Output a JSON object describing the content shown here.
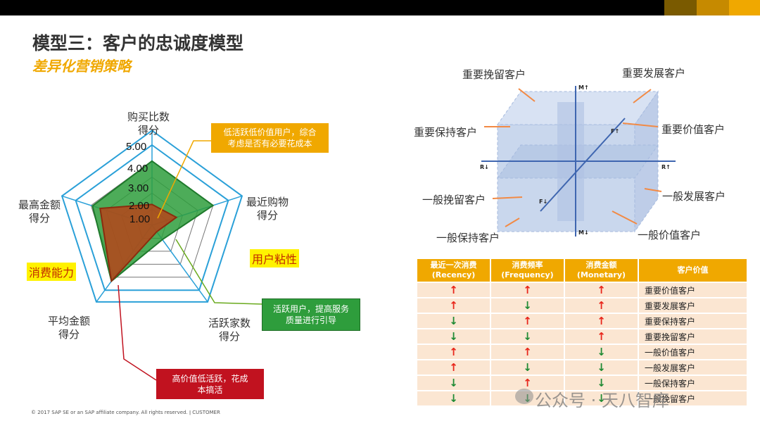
{
  "header": {
    "title": "模型三：客户的忠诚度模型",
    "subtitle": "差异化营销策略",
    "colors": {
      "bar1": "#7a5a00",
      "bar2": "#c68a00",
      "bar3": "#f0a800",
      "subtitle": "#f0a800"
    }
  },
  "radar": {
    "axes": [
      {
        "label": "购买比数\n得分",
        "customer": 1.3
      },
      {
        "label": "最近购物\n得分",
        "customer": 1.6
      },
      {
        "label": "活跃家数\n得分",
        "customer": 0.5
      },
      {
        "label": "平均金额\n得分",
        "customer": 4.3
      },
      {
        "label": "最高金额\n得分",
        "customer": 3.4
      }
    ],
    "benchmark": [
      4.0,
      4.0,
      1.1,
      4.3,
      3.9
    ],
    "ticks": [
      "5.00",
      "4.00",
      "3.00",
      "2.00",
      "1.00"
    ],
    "max": 5,
    "colors": {
      "grid": "#2aa0d8",
      "benchmark": "#2e9d3c",
      "customer": "#b5441a"
    }
  },
  "highlights": {
    "consumption": "消费能力",
    "stickiness": "用户粘性"
  },
  "callouts": {
    "low": "低活跃低价值用户，综合\n考虑是否有必要花成本",
    "active": "活跃用户，提高服务\n质量进行引导",
    "high": "高价值低活跃，花成\n本搞活"
  },
  "cube": {
    "labels": {
      "top_left": "重要挽留客户",
      "top_right": "重要发展客户",
      "mid_left": "重要保持客户",
      "mid_right": "重要价值客户",
      "low_left": "一般挽留客户",
      "low_right": "一般发展客户",
      "bottom_left": "一般保持客户",
      "bottom_right": "一般价值客户"
    },
    "axes": {
      "m_up": "M↑",
      "m_down": "M↓",
      "r_down": "R↓",
      "r_up": "R↑",
      "f_down": "F↓",
      "f_up": "F↑"
    }
  },
  "rfm_table": {
    "headers": [
      "最近一次消费\n(Recency)",
      "消费频率\n(Frequency)",
      "消费金额\n(Monetary)",
      "客户价值"
    ],
    "rows": [
      {
        "r": "↑",
        "f": "↑",
        "m": "↑",
        "value": "重要价值客户"
      },
      {
        "r": "↑",
        "f": "↓",
        "m": "↑",
        "value": "重要发展客户"
      },
      {
        "r": "↓",
        "f": "↑",
        "m": "↑",
        "value": "重要保持客户"
      },
      {
        "r": "↓",
        "f": "↓",
        "m": "↑",
        "value": "重要挽留客户"
      },
      {
        "r": "↑",
        "f": "↑",
        "m": "↓",
        "value": "一般价值客户"
      },
      {
        "r": "↑",
        "f": "↓",
        "m": "↓",
        "value": "一般发展客户"
      },
      {
        "r": "↓",
        "f": "↑",
        "m": "↓",
        "value": "一般保持客户"
      },
      {
        "r": "↓",
        "f": "↓",
        "m": "↓",
        "value": "一般挽留客户"
      }
    ]
  },
  "footer": "© 2017 SAP SE or an SAP affiliate company. All rights reserved.   ǀ   CUSTOMER",
  "watermark": "公众号 · 天八智库"
}
